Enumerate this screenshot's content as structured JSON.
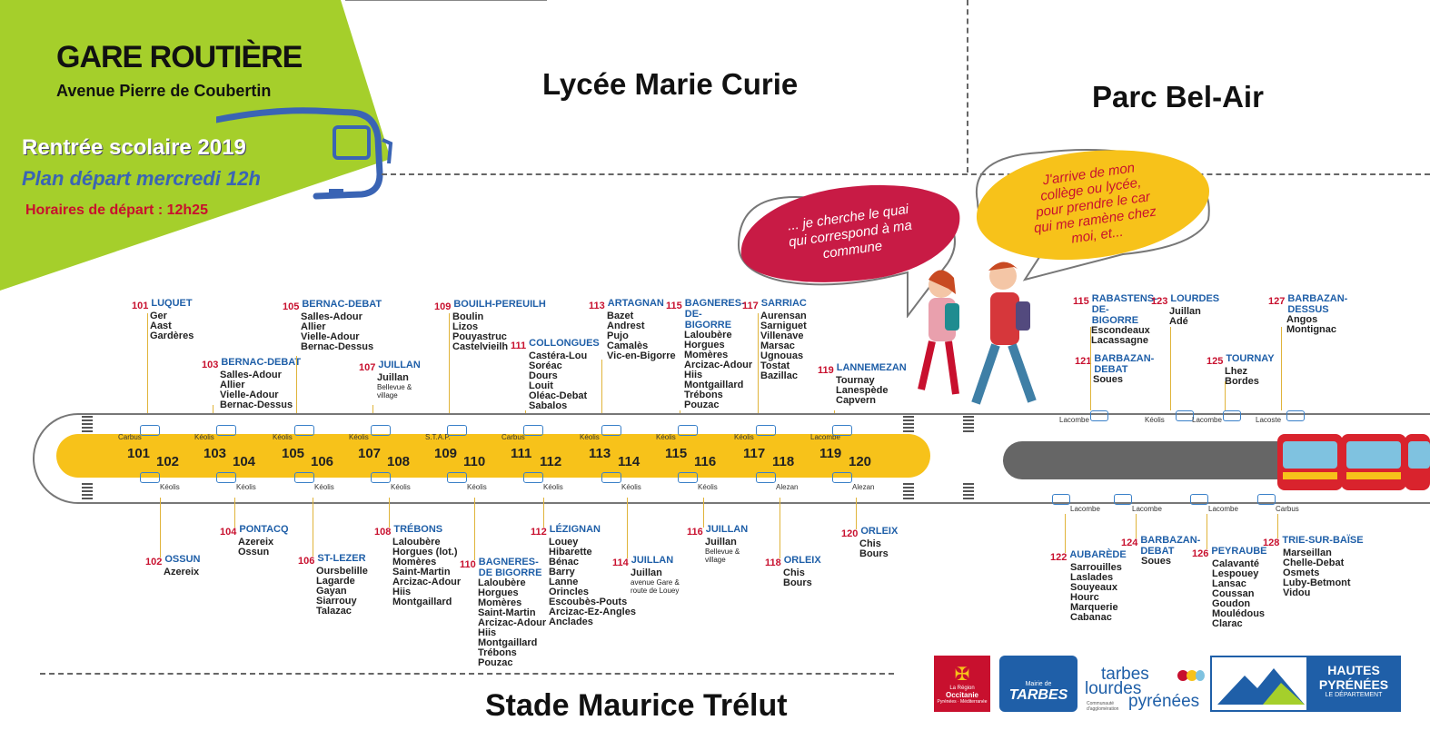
{
  "header": {
    "title": "GARE ROUTIÈRE",
    "subtitle": "Avenue Pierre de Coubertin",
    "event": "Rentrée scolaire 2019",
    "plan": "Plan départ mercredi 12h",
    "horaires": "Horaires de départ : 12h25"
  },
  "places": {
    "lycee": "Lycée Marie Curie",
    "parc": "Parc Bel-Air",
    "stade": "Stade Maurice Trélut"
  },
  "bubbles": {
    "left": "... je cherche le quai qui correspond à ma commune",
    "right": "J'arrive de mon collège ou lycée, pour prendre le car qui me ramène chez moi, et..."
  },
  "bays_top": [
    "101",
    "103",
    "105",
    "107",
    "109",
    "111",
    "113",
    "115",
    "117",
    "119"
  ],
  "bays_bottom": [
    "102",
    "104",
    "106",
    "108",
    "110",
    "112",
    "114",
    "116",
    "118",
    "120"
  ],
  "operators_top": [
    "Carbus",
    "Kéolis",
    "Kéolis",
    "Kéolis",
    "S.T.A.P.",
    "Carbus",
    "Kéolis",
    "Kéolis",
    "Kéolis",
    "Lacombe"
  ],
  "operators_bottom": [
    "Kéolis",
    "Kéolis",
    "Kéolis",
    "Kéolis",
    "Kéolis",
    "Kéolis",
    "Kéolis",
    "Kéolis",
    "Alezan",
    "Alezan"
  ],
  "operators_right_top": [
    "Lacombe",
    "Kéolis",
    "Lacombe",
    "Lacoste"
  ],
  "operators_right_bottom": [
    "Lacombe",
    "Lacombe",
    "Lacombe",
    "Carbus"
  ],
  "stops_top": [
    {
      "n": "101",
      "name": "LUQUET",
      "list": [
        "Ger",
        "Aast",
        "Gardères"
      ]
    },
    {
      "n": "103",
      "name": "BERNAC-DEBAT",
      "list": [
        "Salles-Adour",
        "Allier",
        "Vielle-Adour",
        "Bernac-Dessus"
      ]
    },
    {
      "n": "105",
      "name": "BERNAC-DEBAT",
      "list": [
        "Salles-Adour",
        "Allier",
        "Vielle-Adour",
        "Bernac-Dessus"
      ]
    },
    {
      "n": "107",
      "name": "JUILLAN",
      "list": [
        "Juillan"
      ],
      "sub": "Bellevue & village"
    },
    {
      "n": "109",
      "name": "BOUILH-PEREUILH",
      "list": [
        "Boulin",
        "Lizos",
        "Pouyastruc",
        "Castelvieilh"
      ]
    },
    {
      "n": "111",
      "name": "COLLONGUES",
      "list": [
        "Castéra-Lou",
        "Soréac",
        "Dours",
        "Louit",
        "Oléac-Debat",
        "Sabalos"
      ]
    },
    {
      "n": "113",
      "name": "ARTAGNAN",
      "list": [
        "Bazet",
        "Andrest",
        "Pujo",
        "Camalès",
        "Vic-en-Bigorre"
      ]
    },
    {
      "n": "115",
      "name": "BAGNERES-DE-BIGORRE",
      "list": [
        "Laloubère",
        "Horgues",
        "Momères",
        "Arcizac-Adour",
        "Hiis",
        "Montgaillard",
        "Trébons",
        "Pouzac"
      ]
    },
    {
      "n": "117",
      "name": "SARRIAC",
      "list": [
        "Aurensan",
        "Sarniguet",
        "Villenave",
        "Marsac",
        "Ugnouas",
        "Tostat",
        "Bazillac"
      ]
    },
    {
      "n": "119",
      "name": "LANNEMEZAN",
      "list": [
        "Tournay",
        "Lanespède",
        "Capvern"
      ]
    }
  ],
  "stops_bottom": [
    {
      "n": "102",
      "name": "OSSUN",
      "list": [
        "Azereix"
      ]
    },
    {
      "n": "104",
      "name": "PONTACQ",
      "list": [
        "Azereix",
        "Ossun"
      ]
    },
    {
      "n": "106",
      "name": "ST-LEZER",
      "list": [
        "Oursbelille",
        "Lagarde",
        "Gayan",
        "Siarrouy",
        "Talazac"
      ]
    },
    {
      "n": "108",
      "name": "TRÉBONS",
      "list": [
        "Laloubère",
        "Horgues (lot.)",
        "Momères",
        "Saint-Martin",
        "Arcizac-Adour",
        "Hiis",
        "Montgaillard"
      ]
    },
    {
      "n": "110",
      "name": "BAGNERES-DE BIGORRE",
      "list": [
        "Laloubère",
        "Horgues",
        "Momères",
        "Saint-Martin",
        "Arcizac-Adour",
        "Hiis",
        "Montgaillard",
        "Trébons",
        "Pouzac"
      ]
    },
    {
      "n": "112",
      "name": "LÉZIGNAN",
      "list": [
        "Louey",
        "Hibarette",
        "Bénac",
        "Barry",
        "Lanne",
        "Orincles",
        "Escoubès-Pouts",
        "Arcizac-Ez-Angles",
        "Anclades"
      ]
    },
    {
      "n": "114",
      "name": "JUILLAN",
      "list": [
        "Juillan"
      ],
      "sub": "avenue Gare & route de Louey"
    },
    {
      "n": "116",
      "name": "JUILLAN",
      "list": [
        "Juillan"
      ],
      "sub": "Bellevue & village"
    },
    {
      "n": "118",
      "name": "ORLEIX",
      "list": [
        "Chis",
        "Bours"
      ]
    },
    {
      "n": "120",
      "name": "ORLEIX",
      "list": [
        "Chis",
        "Bours"
      ]
    }
  ],
  "stops_right_top": [
    {
      "n": "115",
      "name": "RABASTENS-DE-BIGORRE",
      "list": [
        "Escondeaux",
        "Lacassagne"
      ]
    },
    {
      "n": "123",
      "name": "LOURDES",
      "list": [
        "Juillan",
        "Adé"
      ]
    },
    {
      "n": "127",
      "name": "BARBAZAN-DESSUS",
      "list": [
        "Angos",
        "Montignac"
      ]
    },
    {
      "n": "121",
      "name": "BARBAZAN-DEBAT",
      "list": [
        "Soues"
      ]
    },
    {
      "n": "125",
      "name": "TOURNAY",
      "list": [
        "Lhez",
        "Bordes"
      ]
    }
  ],
  "stops_right_bottom": [
    {
      "n": "122",
      "name": "AUBARÈDE",
      "list": [
        "Sarrouilles",
        "Laslades",
        "Souyeaux",
        "Hourc",
        "Marquerie",
        "Cabanac"
      ]
    },
    {
      "n": "124",
      "name": "BARBAZAN-DEBAT",
      "list": [
        "Soues"
      ]
    },
    {
      "n": "126",
      "name": "PEYRAUBE",
      "list": [
        "Calavanté",
        "Lespouey",
        "Lansac",
        "Coussan",
        "Goudon",
        "Moulédous",
        "Clarac"
      ]
    },
    {
      "n": "128",
      "name": "TRIE-SUR-BAÏSE",
      "list": [
        "Marseillan",
        "Chelle-Debat",
        "Osmets",
        "Luby-Betmont",
        "Vidou"
      ]
    }
  ],
  "logos": {
    "region1": "La Région",
    "region2": "Occitanie",
    "region3": "Pyrénées · Méditerranée",
    "mairie1": "Mairie de",
    "mairie2": "TARBES",
    "tlp1": "tarbes",
    "tlp2": "lourdes",
    "tlp3": "pyrénées",
    "tlp4": "Communauté d'agglomération",
    "hp1": "HAUTES",
    "hp2": "PYRÉNÉES",
    "hp3": "LE DÉPARTEMENT"
  },
  "colors": {
    "green": "#a5cf2b",
    "yellow": "#f7c21a",
    "red": "#c8102e",
    "blue": "#1f5fa8",
    "crimson": "#c81b45"
  }
}
